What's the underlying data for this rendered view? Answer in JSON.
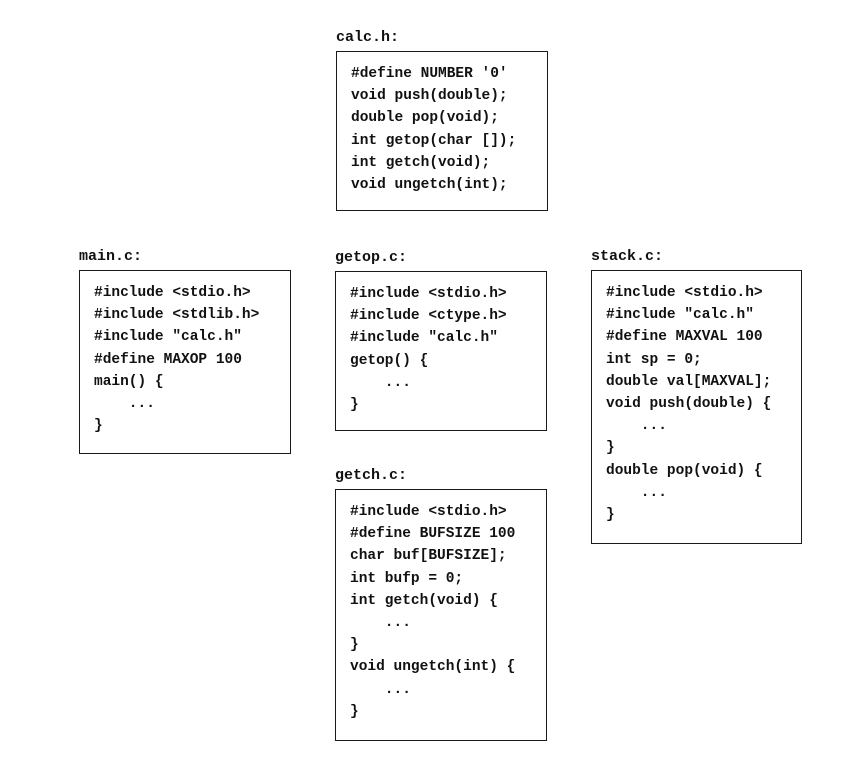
{
  "files": {
    "calc_h": {
      "label": "calc.h:",
      "lines": [
        "#define NUMBER '0'",
        "void push(double);",
        "double pop(void);",
        "int getop(char []);",
        "int getch(void);",
        "void ungetch(int);"
      ]
    },
    "main_c": {
      "label": "main.c:",
      "lines": [
        "#include <stdio.h>",
        "#include <stdlib.h>",
        "#include \"calc.h\"",
        "#define MAXOP 100",
        "main() {",
        "    ...",
        "}"
      ]
    },
    "getop_c": {
      "label": "getop.c:",
      "lines": [
        "#include <stdio.h>",
        "#include <ctype.h>",
        "#include \"calc.h\"",
        "getop() {",
        "    ...",
        "}"
      ]
    },
    "stack_c": {
      "label": "stack.c:",
      "lines": [
        "#include <stdio.h>",
        "#include \"calc.h\"",
        "#define MAXVAL 100",
        "int sp = 0;",
        "double val[MAXVAL];",
        "void push(double) {",
        "    ...",
        "}",
        "double pop(void) {",
        "    ...",
        "}"
      ]
    },
    "getch_c": {
      "label": "getch.c:",
      "lines": [
        "#include <stdio.h>",
        "#define BUFSIZE 100",
        "char buf[BUFSIZE];",
        "int bufp = 0;",
        "int getch(void) {",
        "    ...",
        "}",
        "void ungetch(int) {",
        "    ...",
        "}"
      ]
    }
  }
}
